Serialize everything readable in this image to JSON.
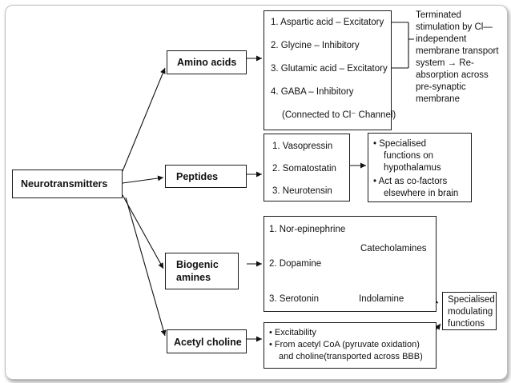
{
  "root": "Neurotransmitters",
  "categories": {
    "amino_acids": "Amino acids",
    "peptides": "Peptides",
    "biogenic_line1": "Biogenic",
    "biogenic_line2": "amines",
    "acetyl_choline": "Acetyl choline"
  },
  "amino_acids": {
    "items": [
      "1. Aspartic acid – Excitatory",
      "2. Glycine – Inhibitory",
      "3. Glutamic acid – Excitatory",
      "4. GABA – Inhibitory"
    ],
    "note": "(Connected to Cl⁻ Channel)",
    "termination": [
      "Terminated",
      "stimulation by Cl—",
      "independent",
      "membrane transport",
      "system → Re-",
      "absorption across",
      "pre-synaptic",
      "membrane"
    ]
  },
  "peptides": {
    "items": [
      "1. Vasopressin",
      "2. Somatostatin",
      "3. Neurotensin"
    ],
    "functions": [
      "•  Specialised",
      "functions on",
      "hypothalamus",
      "•  Act as co-factors",
      "elsewhere in brain"
    ]
  },
  "biogenic": {
    "item1": "1. Nor-epinephrine",
    "item2": "2. Dopamine",
    "group": "Catecholamines",
    "item3": "3. Serotonin",
    "item3_class": "Indolamine",
    "modulating": [
      "Specialised",
      "modulating",
      "functions"
    ]
  },
  "acetyl_choline": {
    "lines": [
      "•  Excitability",
      "•  From acetyl CoA (pyruvate oxidation)",
      "and choline(transported across BBB)"
    ]
  }
}
